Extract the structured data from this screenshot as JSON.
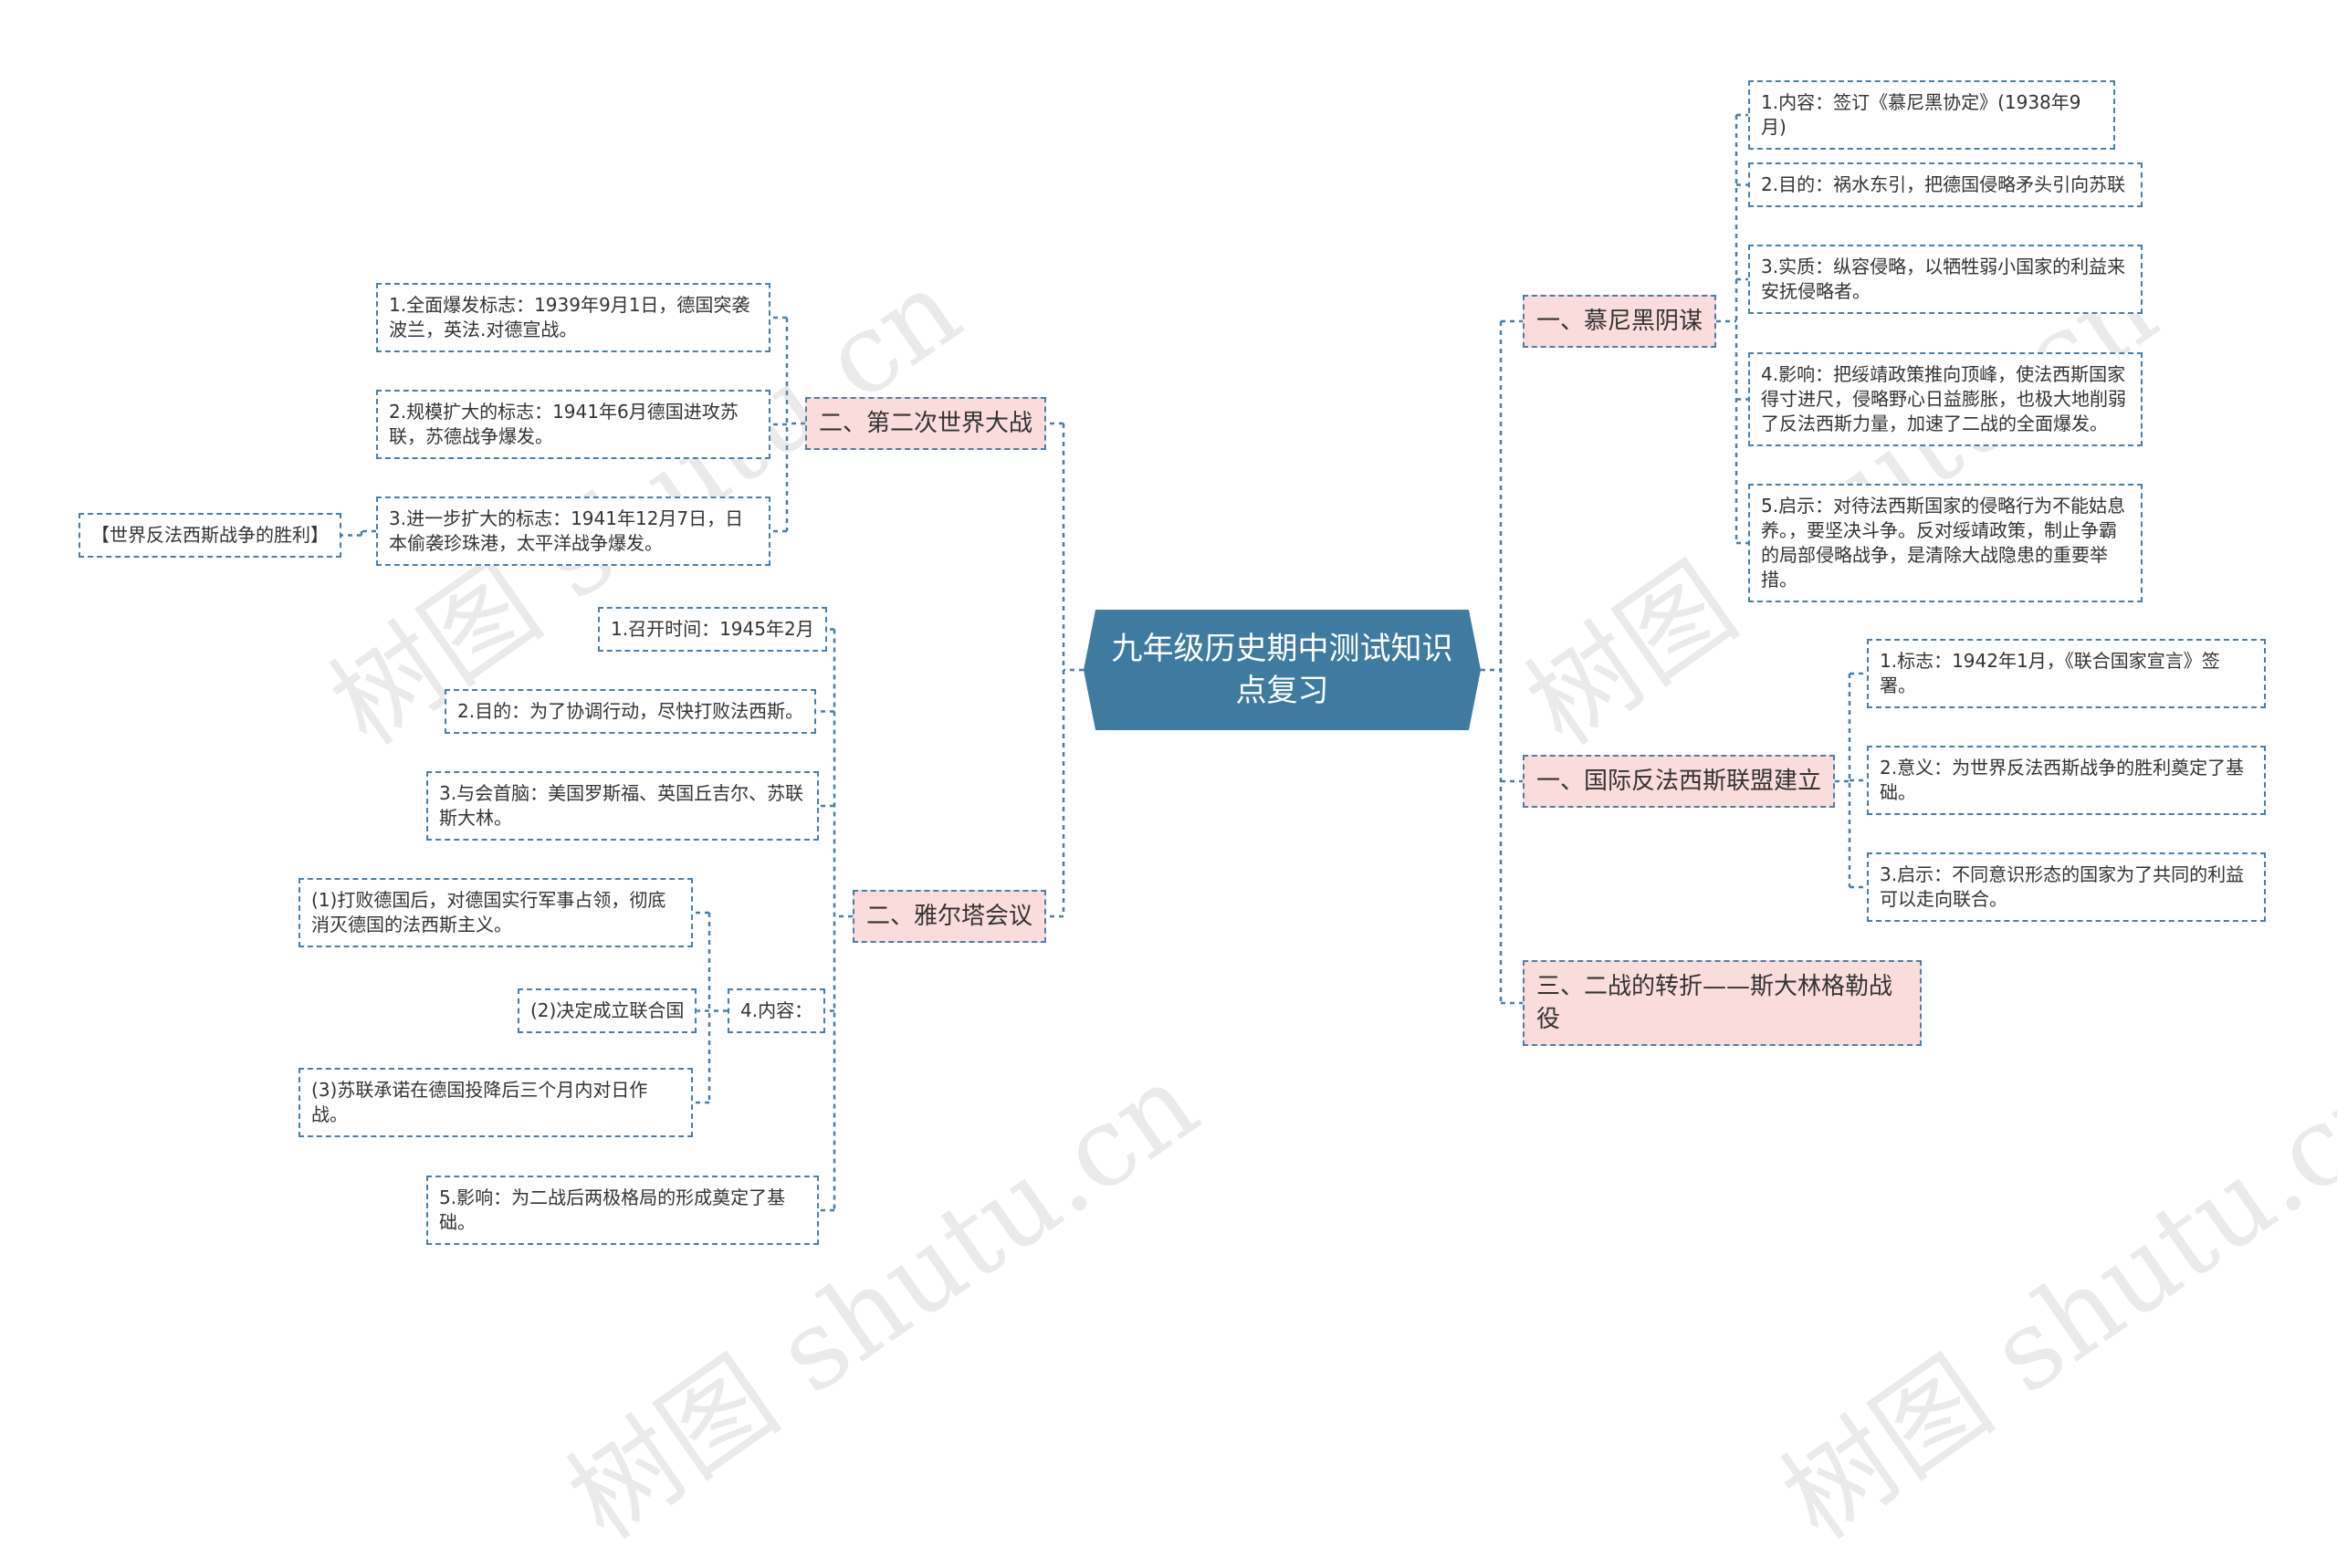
{
  "root": {
    "title": "九年级历史期中测试知识点复习"
  },
  "right": {
    "munich": {
      "label": "一、慕尼黑阴谋",
      "items": [
        "1.内容：签订《慕尼黑协定》(1938年9月)",
        "2.目的：祸水东引，把德国侵略矛头引向苏联",
        "3.实质：纵容侵略，以牺牲弱小国家的利益来安抚侵略者。",
        "4.影响：把绥靖政策推向顶峰，使法西斯国家得寸进尺，侵略野心日益膨胀，也极大地削弱了反法西斯力量，加速了二战的全面爆发。",
        "5.启示：对待法西斯国家的侵略行为不能姑息养。，要坚决斗争。反对绥靖政策，制止争霸的局部侵略战争，是清除大战隐患的重要举措。"
      ]
    },
    "alliance": {
      "label": "一、国际反法西斯联盟建立",
      "items": [
        "1.标志：1942年1月，《联合国家宣言》签署。",
        "2.意义：为世界反法西斯战争的胜利奠定了基础。",
        "3.启示：不同意识形态的国家为了共同的利益可以走向联合。"
      ]
    },
    "stalingrad": {
      "label": "三、二战的转折——斯大林格勒战役"
    }
  },
  "left": {
    "ww2": {
      "label": "二、第二次世界大战",
      "items": [
        "1.全面爆发标志：1939年9月1日，德国突袭波兰，英法.对德宣战。",
        "2.规模扩大的标志：1941年6月德国进攻苏联，苏德战争爆发。",
        "3.进一步扩大的标志：1941年12月7日，日本偷袭珍珠港，太平洋战争爆发。"
      ],
      "extra": "【世界反法西斯战争的胜利】"
    },
    "yalta": {
      "label": "二、雅尔塔会议",
      "items": [
        "1.召开时间：1945年2月",
        "2.目的：为了协调行动，尽快打败法西斯。",
        "3.与会首脑：美国罗斯福、英国丘吉尔、苏联斯大林。",
        "4.内容：",
        "5.影响：为二战后两极格局的形成奠定了基础。"
      ],
      "content_items": [
        "(1)打败德国后，对德国实行军事占领，彻底消灭德国的法西斯主义。",
        "(2)决定成立联合国",
        "(3)苏联承诺在德国投降后三个月内对日作战。"
      ]
    }
  },
  "watermark": "树图 shutu.cn",
  "colors": {
    "line": "#4a7fa6",
    "root": "#3f7aa0",
    "branch": "#fbdcdc"
  }
}
